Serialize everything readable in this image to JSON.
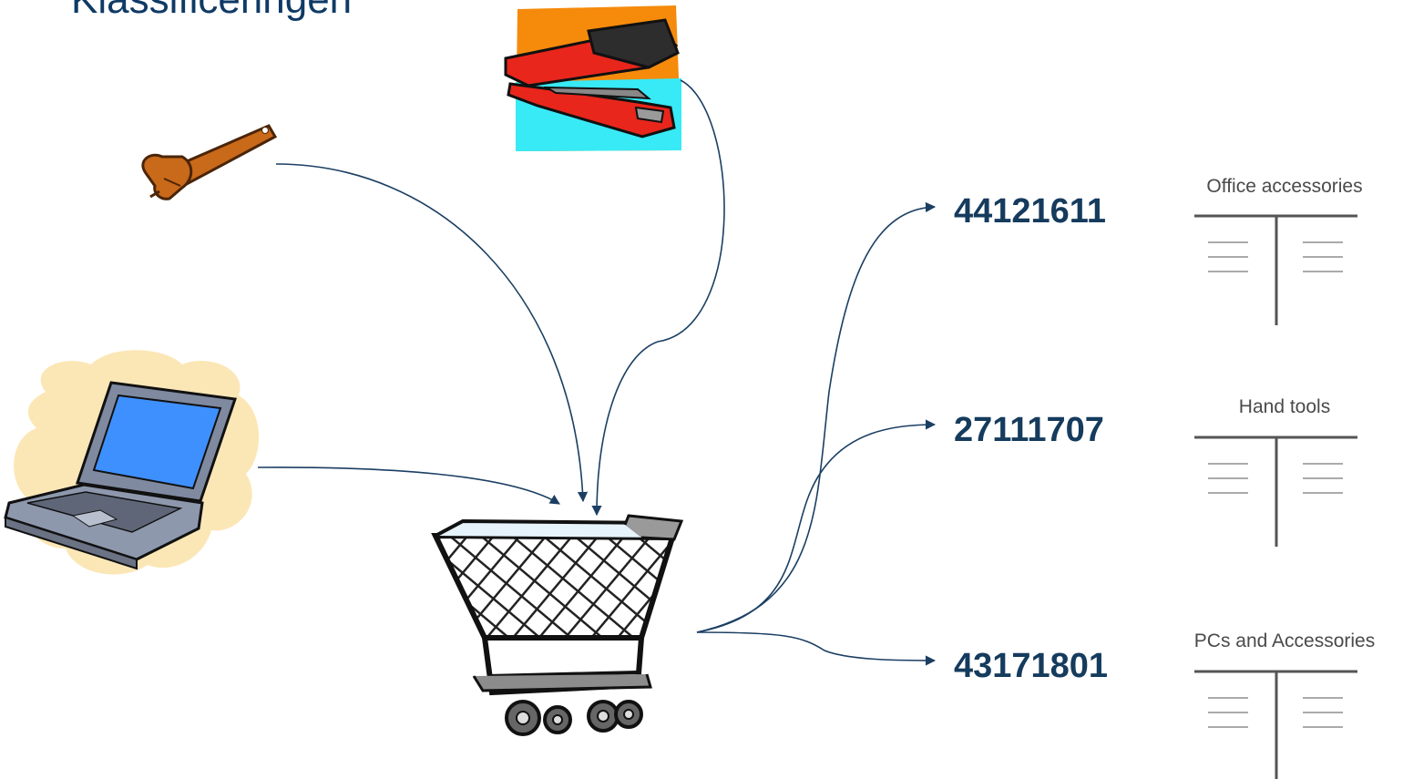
{
  "title": "Klassificeringen",
  "items": [
    {
      "name": "stapler",
      "icon": "stapler-icon"
    },
    {
      "name": "wrench",
      "icon": "wrench-icon"
    },
    {
      "name": "laptop",
      "icon": "laptop-icon"
    }
  ],
  "cart": {
    "icon": "shopping-cart-icon"
  },
  "classifications": [
    {
      "code": "44121611",
      "category": "Office accessories"
    },
    {
      "code": "27111707",
      "category": "Hand tools"
    },
    {
      "code": "43171801",
      "category": "PCs and Accessories"
    }
  ],
  "colors": {
    "arrow": "#1b3f63",
    "code": "#153b5d",
    "tree": "#555555"
  }
}
